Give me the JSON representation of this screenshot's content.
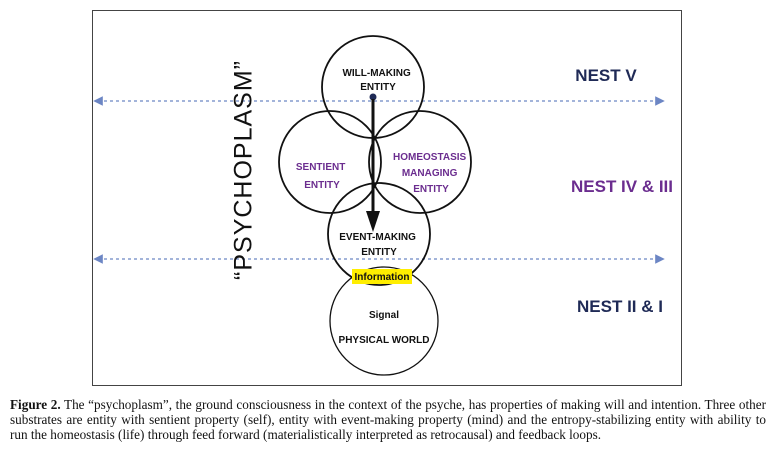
{
  "diagram": {
    "vertical_title": "“PSYCHOPLASM”",
    "nodes": {
      "will_making": [
        "WILL-MAKING",
        "ENTITY"
      ],
      "sentient": [
        "SENTIENT",
        "ENTITY"
      ],
      "homeostasis": [
        "HOMEOSTASIS",
        "MANAGING",
        "ENTITY"
      ],
      "event_making": [
        "EVENT-MAKING",
        "ENTITY"
      ],
      "information": "Information",
      "signal": "Signal",
      "physical_world": "PHYSICAL WORLD"
    },
    "nests": {
      "nest_v": "NEST V",
      "nest_iv_iii": "NEST IV & III",
      "nest_ii_i": "NEST II & I"
    },
    "colors": {
      "purple": "#6b2d8f",
      "navy": "#1f2a56",
      "highlight": "#ffee00",
      "dashed_line": "#6c86c4"
    }
  },
  "caption": {
    "label": "Figure 2.",
    "text": " The “psychoplasm”, the ground consciousness in the context of the psyche, has properties of making will and intention. Three other substrates are entity with sentient property (self), entity with event-making property (mind) and the entropy-stabilizing entity with ability to run the homeostasis (life) through feed forward (materialistically interpreted as retrocausal) and feedback loops."
  }
}
